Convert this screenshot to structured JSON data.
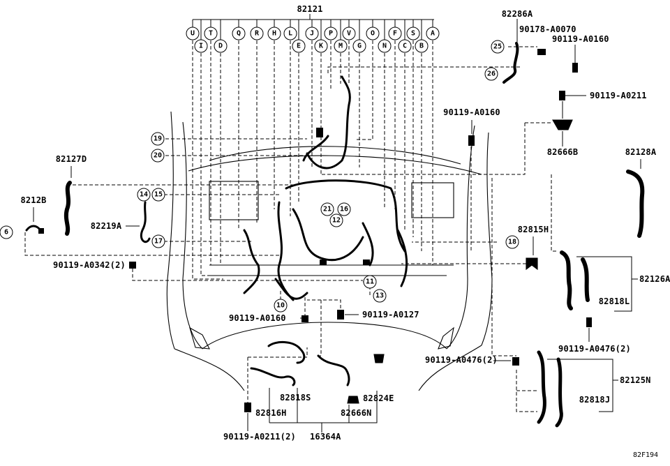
{
  "top_label": "82121",
  "top_letters_row1": [
    "U",
    "T",
    "Q",
    "R",
    "H",
    "L",
    "J",
    "P",
    "V",
    "O",
    "F",
    "S",
    "A"
  ],
  "top_letters_row2": [
    "I",
    "D",
    "E",
    "K",
    "M",
    "G",
    "N",
    "C",
    "B"
  ],
  "circle_numbers": [
    "19",
    "20",
    "14",
    "15",
    "17",
    "21",
    "16",
    "12",
    "18",
    "11",
    "13",
    "10",
    "25",
    "26",
    "6"
  ],
  "parts": {
    "p82286A": "82286A",
    "p90178_A0070": "90178-A0070",
    "p90119_A0160_top": "90119-A0160",
    "p90119_A0211_top": "90119-A0211",
    "p90119_A0160_mid": "90119-A0160",
    "p82666B": "82666B",
    "p82128A": "82128A",
    "p82127D": "82127D",
    "p8212B": "8212B",
    "p82219A": "82219A",
    "p82815H": "82815H",
    "p90119_A0342": "90119-A0342(2)",
    "p82126A": "82126A",
    "p82818L": "82818L",
    "p90119_A0160_bot": "90119-A0160",
    "p90119_A0127": "90119-A0127",
    "p90119_A0476_right": "90119-A0476(2)",
    "p90119_A0476_left": "90119-A0476(2)",
    "p82125N": "82125N",
    "p82818J": "82818J",
    "p82818S": "82818S",
    "p82824E": "82824E",
    "p82816H": "82816H",
    "p82666N": "82666N",
    "p90119_A0211_bot": "90119-A0211(2)",
    "p16364A": "16364A"
  },
  "diagram_code": "82F194"
}
